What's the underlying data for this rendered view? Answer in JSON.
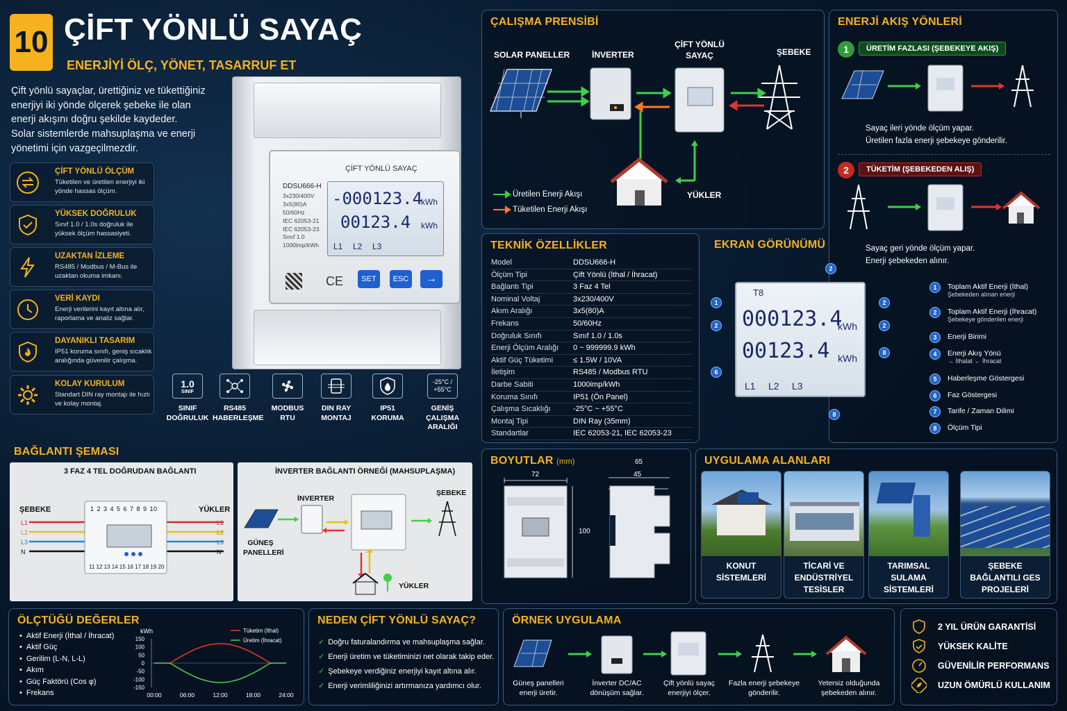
{
  "header": {
    "badge": "10",
    "title": "ÇİFT YÖNLÜ SAYAÇ",
    "subtitle": "ENERJİYİ ÖLÇ, YÖNET, TASARRUF ET",
    "intro": [
      "Çift yönlü sayaçlar, ürettiğiniz ve tükettiğiniz",
      "enerjiyi iki yönde ölçerek şebeke ile olan",
      "enerji akışını doğru şekilde kaydeder.",
      "Solar sistemlerde mahsuplaşma ve enerji",
      "yönetimi için vazgeçilmezdir."
    ]
  },
  "features": [
    {
      "title": "ÇİFT YÖNLÜ ÖLÇÜM",
      "desc": "Tüketilen ve üretilen enerjiyi iki yönde hassas ölçüm.",
      "icon": "bidirectional-arrows-icon"
    },
    {
      "title": "YÜKSEK DOĞRULUK",
      "desc": "Sınıf 1.0 / 1.0s doğruluk ile yüksek ölçüm hassasiyeti.",
      "icon": "shield-check-icon"
    },
    {
      "title": "UZAKTAN İZLEME",
      "desc": "RS485 / Modbus / M-Bus ile uzaktan okuma imkanı.",
      "icon": "lightning-icon"
    },
    {
      "title": "VERİ KAYDI",
      "desc": "Enerji verilerini kayıt altına alır, raporlama ve analiz sağlar.",
      "icon": "clock-icon"
    },
    {
      "title": "DAYANIKLI TASARIM",
      "desc": "IP51 koruma sınıfı, geniş sıcaklık aralığında güvenilir çalışma.",
      "icon": "shield-flame-icon"
    },
    {
      "title": "KOLAY KURULUM",
      "desc": "Standart DIN ray montajı ile hızlı ve kolay montaj.",
      "icon": "gear-icon"
    }
  ],
  "meter": {
    "brand": "ÇİFT YÖNLÜ SAYAÇ",
    "model": "DDSU666-H",
    "specs": [
      "3x230/400V",
      "3x5(80)A",
      "50/60Hz",
      "IEC 62053-21",
      "IEC 62053-23",
      "Sınıf 1.0",
      "1000imp/kWh"
    ],
    "line1": "-000123.4",
    "line2": "00123.4",
    "unit1": "kWh",
    "unit2": "kWh",
    "phases": [
      "L1",
      "L2",
      "L3"
    ],
    "btn_set": "SET",
    "btn_esc": "ESC",
    "ce": "CE"
  },
  "chips": [
    {
      "icon": "1.0",
      "sub": "SINIF",
      "label": "SINIF DOĞRULUK"
    },
    {
      "icon": "",
      "label": "RS485 HABERLEŞME"
    },
    {
      "icon": "",
      "label": "MODBUS RTU"
    },
    {
      "icon": "",
      "label": "DIN RAY MONTAJ"
    },
    {
      "icon": "",
      "label": "IP51 KORUMA"
    },
    {
      "icon": "-25°C / +55°C",
      "label": "GENİŞ ÇALIŞMA ARALIĞI"
    }
  ],
  "principle": {
    "title": "ÇALIŞMA PRENSİBİ",
    "solar": "SOLAR PANELLER",
    "inverter": "İNVERTER",
    "meter": "ÇİFT YÖNLÜ SAYAÇ",
    "grid": "ŞEBEKE",
    "loads": "YÜKLER",
    "legend_prod": "Üretilen Enerji Akışı",
    "legend_cons": "Tüketilen Enerji Akışı"
  },
  "flows": {
    "title": "ENERJİ AKIŞ YÖNLERİ",
    "one": {
      "n": "1",
      "label": "ÜRETİM FAZLASI (ŞEBEKEYE AKIŞ)",
      "desc1": "Sayaç ileri yönde ölçüm yapar.",
      "desc2": "Üretilen fazla enerji şebekeye gönderilir."
    },
    "two": {
      "n": "2",
      "label": "TÜKETİM (ŞEBEKEDEN ALIŞ)",
      "desc1": "Sayaç geri yönde ölçüm yapar.",
      "desc2": "Enerji şebekeden alınır."
    }
  },
  "specs": {
    "title": "TEKNİK ÖZELLİKLER",
    "rows": [
      [
        "Model",
        "DDSU666-H"
      ],
      [
        "Ölçüm Tipi",
        "Çift Yönlü (İthal / İhracat)"
      ],
      [
        "Bağlantı Tipi",
        "3 Faz 4 Tel"
      ],
      [
        "Nominal Voltaj",
        "3x230/400V"
      ],
      [
        "Akım Aralığı",
        "3x5(80)A"
      ],
      [
        "Frekans",
        "50/60Hz"
      ],
      [
        "Doğruluk Sınıfı",
        "Sınıf 1.0 / 1.0s"
      ],
      [
        "Enerji Ölçüm Aralığı",
        "0 ~ 999999.9 kWh"
      ],
      [
        "Aktif Güç Tüketimi",
        "≤ 1.5W / 10VA"
      ],
      [
        "İletişim",
        "RS485 / Modbus RTU"
      ],
      [
        "Darbe Sabiti",
        "1000imp/kWh"
      ],
      [
        "Koruma Sınıfı",
        "IP51 (Ön Panel)"
      ],
      [
        "Çalışma Sıcaklığı",
        "-25°C ~ +55°C"
      ],
      [
        "Montaj Tipi",
        "DIN Ray (35mm)"
      ],
      [
        "Standartlar",
        "IEC 62053-21, IEC 62053-23"
      ]
    ]
  },
  "display": {
    "title": "EKRAN GÖRÜNÜMÜ",
    "top_left": "T8",
    "line1": "000123.4",
    "line2": "00123.4",
    "unit": "kWh",
    "phases": [
      "L1",
      "L2",
      "L3"
    ],
    "legend": [
      {
        "n": "1",
        "t": "Toplam Aktif Enerji (İthal)",
        "s": "Şebekeden alınan enerji"
      },
      {
        "n": "2",
        "t": "Toplam Aktif Enerji (İhracat)",
        "s": "Şebekeye gönderilen enerji"
      },
      {
        "n": "3",
        "t": "Enerji Birimi",
        "s": ""
      },
      {
        "n": "4",
        "t": "Enerji Akış Yönü",
        "s": "→ İthalat   ← İhracat"
      },
      {
        "n": "5",
        "t": "Haberleşme Göstergesi",
        "s": ""
      },
      {
        "n": "6",
        "t": "Faz Göstergesi",
        "s": ""
      },
      {
        "n": "7",
        "t": "Tarife / Zaman Dilimi",
        "s": ""
      },
      {
        "n": "8",
        "t": "Ölçüm Tipi",
        "s": ""
      }
    ],
    "markers": [
      "2",
      "1",
      "2",
      "2",
      "2",
      "8",
      "6",
      "8"
    ]
  },
  "wiring": {
    "title": "BAĞLANTI ŞEMASI",
    "left_title": "3 FAZ 4 TEL DOĞRUDAN BAĞLANTI",
    "grid": "ŞEBEKE",
    "loads": "YÜKLER",
    "lines": [
      "L1",
      "L2",
      "L3",
      "N"
    ],
    "top_terms": "1 2 3 4 5 6 7 8 9 10",
    "bottom_terms": "11 12 13 14 15 16 17 18 19 20",
    "right_title": "İNVERTER BAĞLANTI ÖRNEĞİ (MAHSUPLAŞMA)",
    "inverter": "İNVERTER",
    "grid2": "ŞEBEKE",
    "panels": "GÜNEŞ PANELLERİ",
    "loads2": "YÜKLER"
  },
  "dims": {
    "title": "BOYUTLAR",
    "unit": "(mm)",
    "w": "72",
    "d1": "65",
    "d2": "45",
    "h": "100"
  },
  "apps": {
    "title": "UYGULAMA ALANLARI",
    "items": [
      "KONUT SİSTEMLERİ",
      "TİCARİ VE ENDÜSTRİYEL TESİSLER",
      "TARIMSAL SULAMA SİSTEMLERİ",
      "ŞEBEKE BAĞLANTILI GES PROJELERİ"
    ]
  },
  "measured": {
    "title": "ÖLÇTÜĞÜ DEĞERLER",
    "items": [
      "Aktif Enerji (İthal / İhracat)",
      "Aktif Güç",
      "Gerilim (L-N, L-L)",
      "Akım",
      "Güç Faktörü (Cos φ)",
      "Frekans"
    ],
    "chart": {
      "ylabel": "kWh",
      "yticks": [
        "150",
        "100",
        "50",
        "0",
        "-50",
        "-100",
        "-150"
      ],
      "xticks": [
        "00:00",
        "06:00",
        "12:00",
        "18:00",
        "24:00"
      ],
      "s_red": "Tüketim (İthal)",
      "s_green": "Üretim (İhracat)"
    }
  },
  "why": {
    "title": "NEDEN ÇİFT YÖNLÜ SAYAÇ?",
    "items": [
      "Doğru faturalandırma ve mahsuplaşma sağlar.",
      "Enerji üretim ve tüketiminizi net olarak takip eder.",
      "Şebekeye verdiğiniz enerjiyi kayıt altına alır.",
      "Enerji verimliliğinizi artırmanıza yardımcı olur."
    ]
  },
  "example": {
    "title": "ÖRNEK UYGULAMA",
    "steps": [
      "Güneş panelleri enerji üretir.",
      "İnverter DC/AC dönüşüm sağlar.",
      "Çift yönlü sayaç enerjiyi ölçer.",
      "Fazla enerji şebekeye gönderilir.",
      "Yetersiz olduğunda şebekeden alınır."
    ]
  },
  "guarantee": {
    "items": [
      "2 YIL ÜRÜN GARANTİSİ",
      "YÜKSEK KALİTE",
      "GÜVENİLİR PERFORMANS",
      "UZUN ÖMÜRLÜ KULLANIM"
    ]
  },
  "colors": {
    "accent": "#f5b21e",
    "green": "#3fcf4a",
    "red": "#e0362c",
    "blue": "#1f64c7"
  }
}
